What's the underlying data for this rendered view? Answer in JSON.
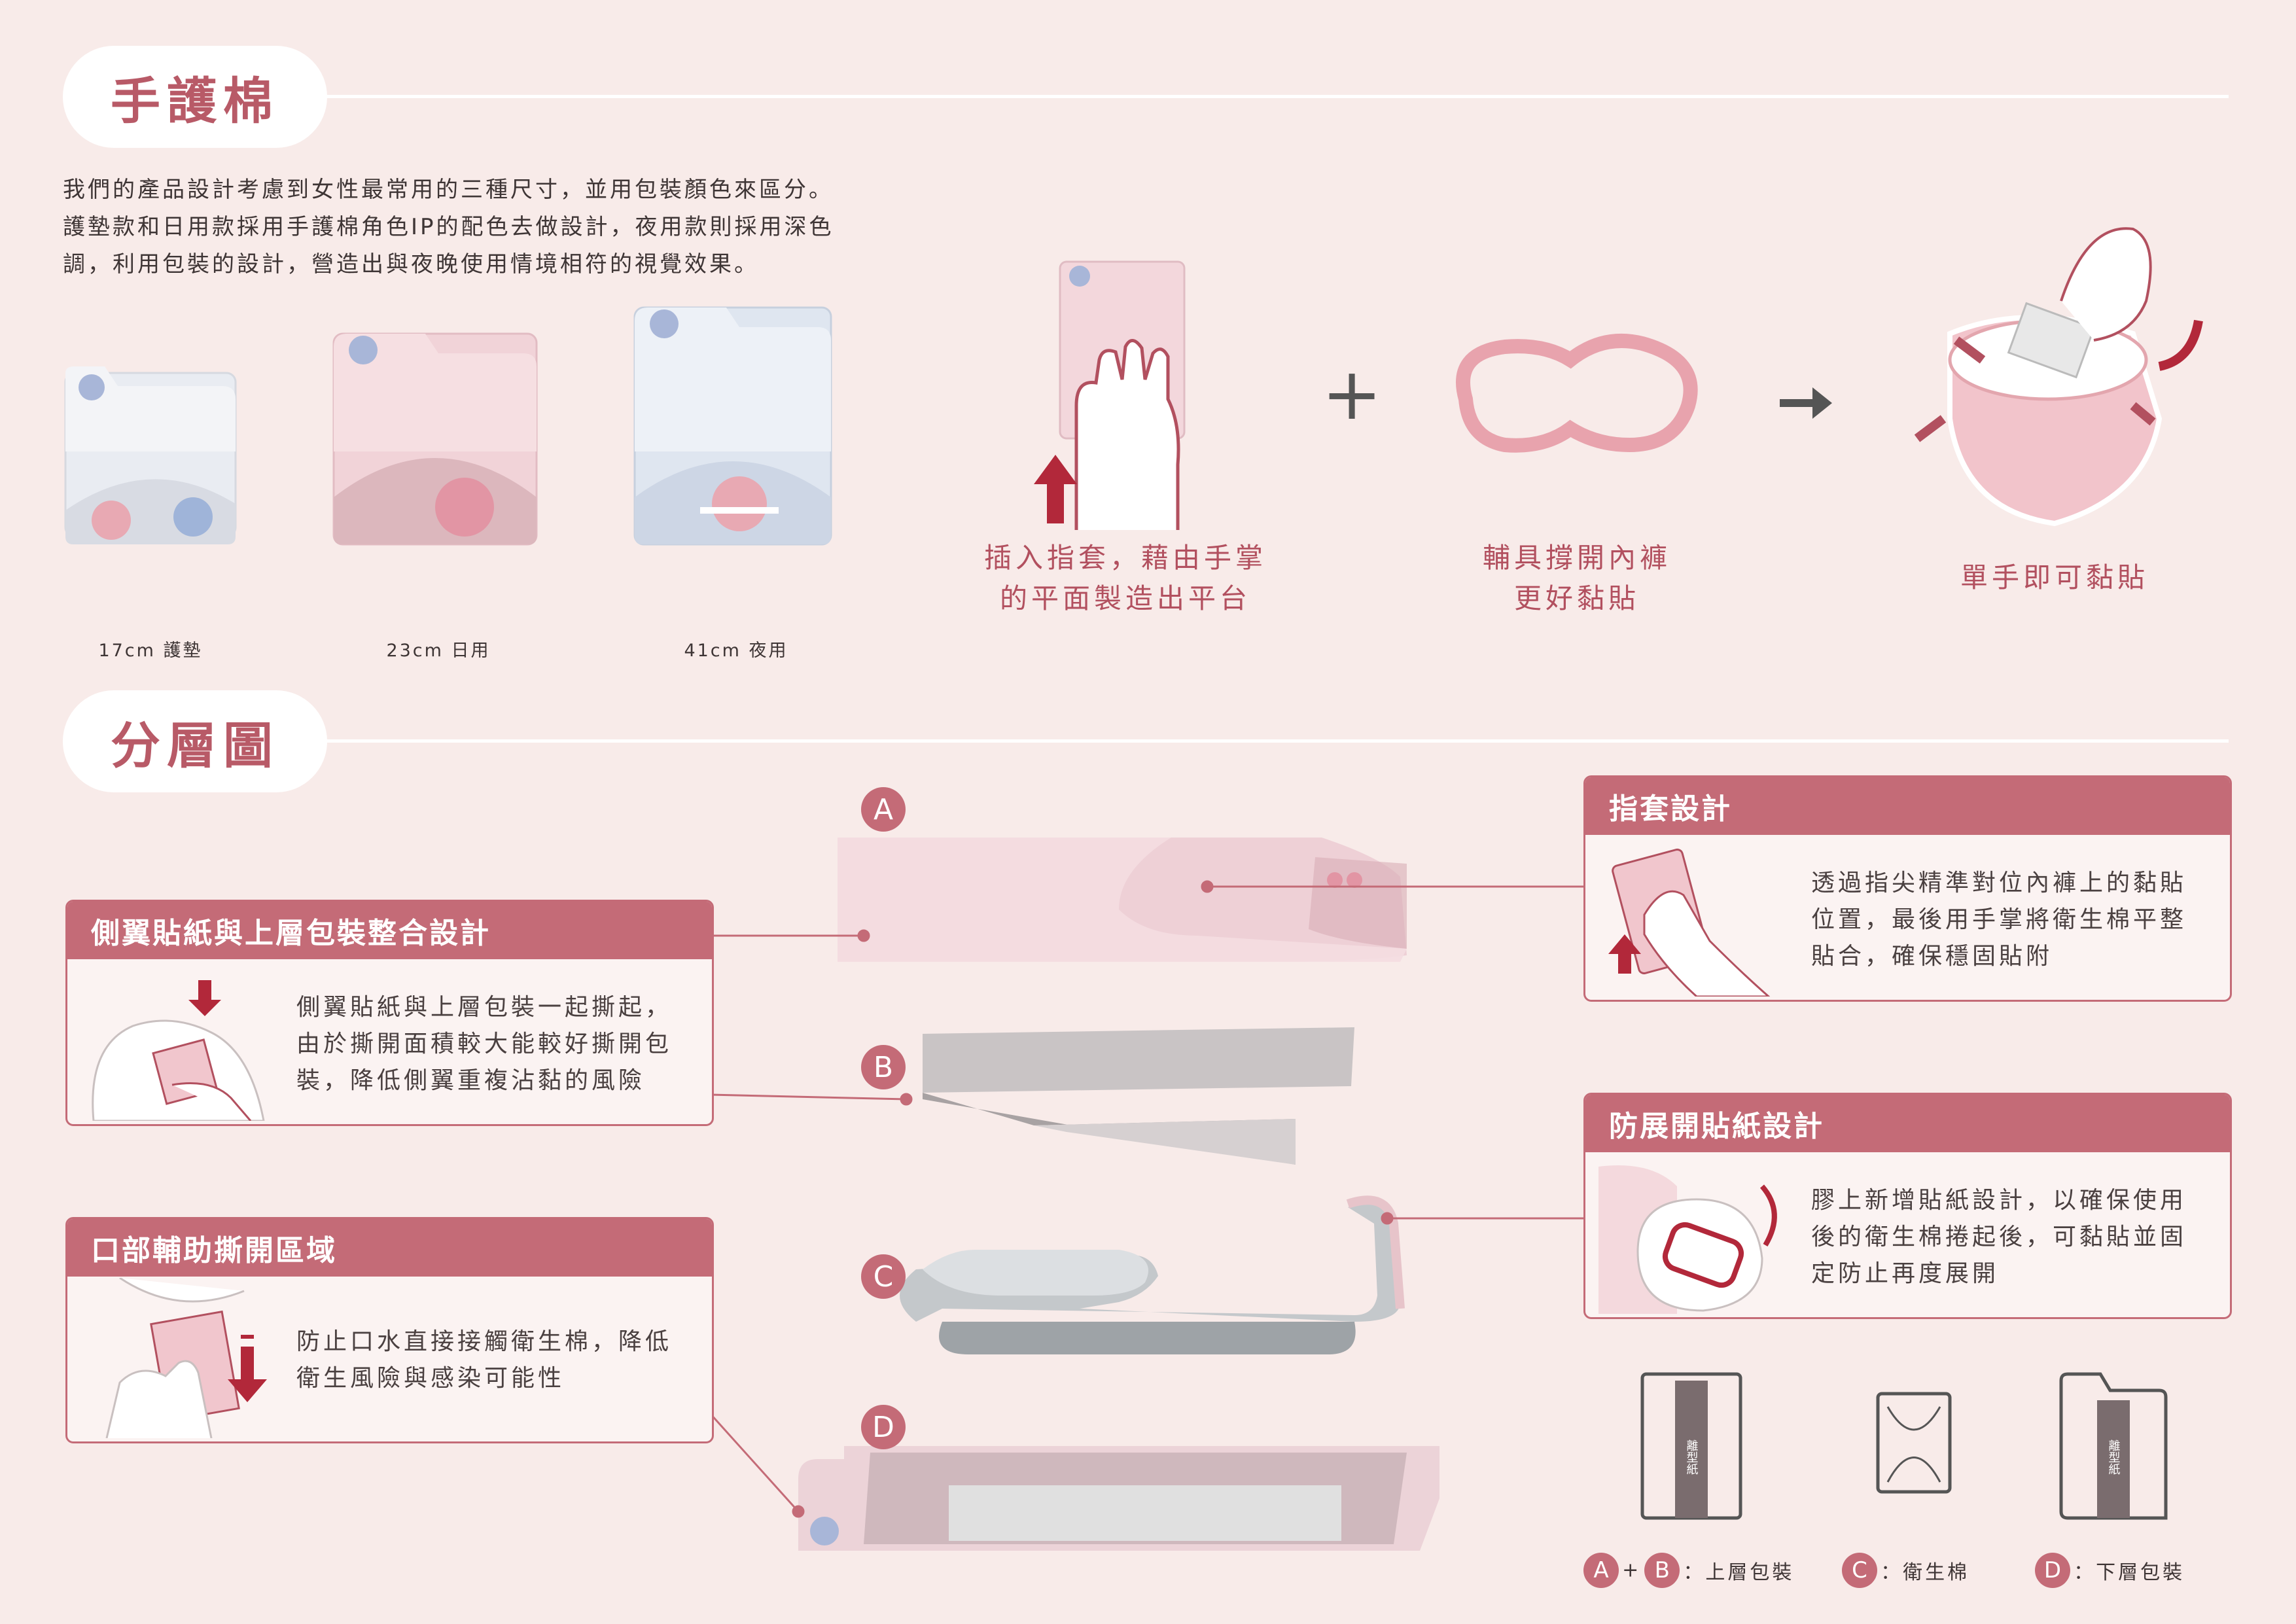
{
  "section1": {
    "title": "手護棉",
    "intro_lines": [
      "我們的產品設計考慮到女性最常用的三種尺寸，並用包裝顏色來區分。",
      "護墊款和日用款採用手護棉角色IP的配色去做設計，夜用款則採用深色",
      "調，利用包裝的設計，營造出與夜晚使用情境相符的視覺效果。"
    ],
    "sizes": [
      {
        "label": "17cm 護墊",
        "color": "#eef0f4"
      },
      {
        "label": "23cm 日用",
        "color": "#f3d7dc"
      },
      {
        "label": "41cm 夜用",
        "color": "#dfe5ef"
      }
    ],
    "steps": [
      {
        "line1": "插入指套，藉由手掌",
        "line2": "的平面製造出平台"
      },
      {
        "line1": "輔具撐開內褲",
        "line2": "更好黏貼"
      },
      {
        "line1": "單手即可黏貼",
        "line2": ""
      }
    ],
    "plus_symbol": "+"
  },
  "section2": {
    "title": "分層圖",
    "layers": [
      "A",
      "B",
      "C",
      "D"
    ],
    "cards": {
      "side_wing": {
        "title": "側翼貼紙與上層包裝整合設計",
        "lines": [
          "側翼貼紙與上層包裝一起撕起，",
          "由於撕開面積較大能較好撕開包",
          "裝，降低側翼重複沾黏的風險"
        ]
      },
      "mouth": {
        "title": "口部輔助撕開區域",
        "lines": [
          "防止口水直接接觸衛生棉，降低",
          "衛生風險與感染可能性"
        ]
      },
      "finger": {
        "title": "指套設計",
        "lines": [
          "透過指尖精準對位內褲上的黏貼",
          "位置，最後用手掌將衛生棉平整",
          "貼合，確保穩固貼附"
        ]
      },
      "anti_unfold": {
        "title": "防展開貼紙設計",
        "lines": [
          "膠上新增貼紙設計，以確保使用",
          "後的衛生棉捲起後，可黏貼並固",
          "定防止再度展開"
        ]
      }
    },
    "release_paper_label": "離型紙",
    "legend": [
      {
        "marks": [
          "A",
          "B"
        ],
        "joiner": "+",
        "text": "：上層包裝"
      },
      {
        "marks": [
          "C"
        ],
        "text": "：衛生棉"
      },
      {
        "marks": [
          "D"
        ],
        "text": "：下層包裝"
      }
    ],
    "accent_color": "#c46b77"
  }
}
